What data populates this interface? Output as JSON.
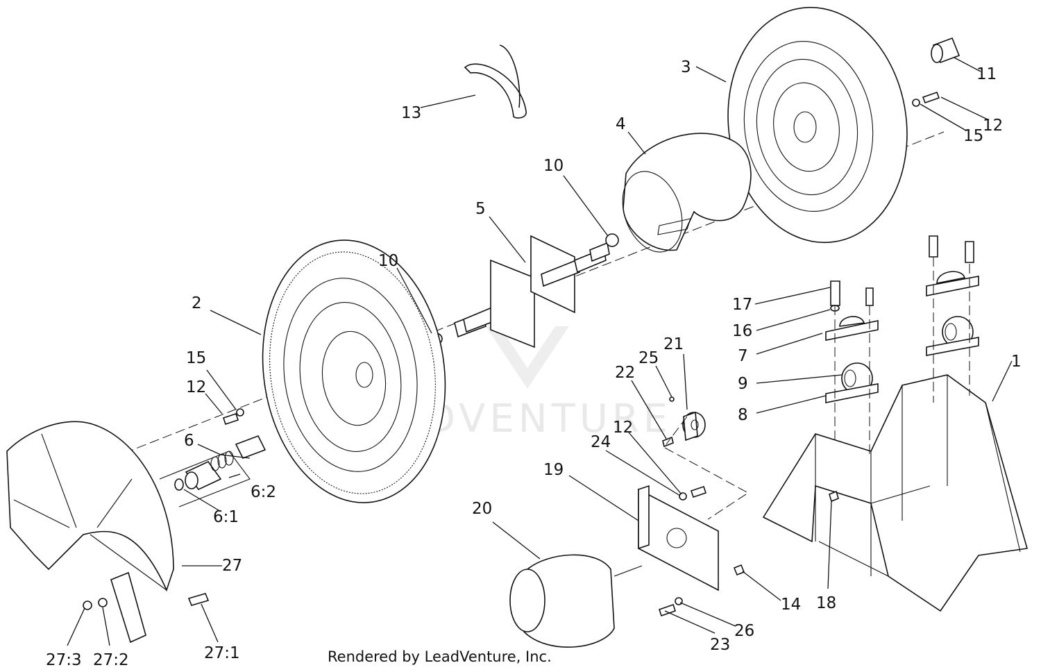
{
  "watermark": "LEADVENTURE",
  "credit": "Rendered by LeadVenture, Inc.",
  "callouts": [
    {
      "id": "1",
      "text": "1"
    },
    {
      "id": "2",
      "text": "2"
    },
    {
      "id": "3",
      "text": "3"
    },
    {
      "id": "4",
      "text": "4"
    },
    {
      "id": "5",
      "text": "5"
    },
    {
      "id": "6",
      "text": "6"
    },
    {
      "id": "6_1",
      "text": "6:1"
    },
    {
      "id": "6_2",
      "text": "6:2"
    },
    {
      "id": "7",
      "text": "7"
    },
    {
      "id": "8",
      "text": "8"
    },
    {
      "id": "9",
      "text": "9"
    },
    {
      "id": "10a",
      "text": "10"
    },
    {
      "id": "10b",
      "text": "10"
    },
    {
      "id": "11",
      "text": "11"
    },
    {
      "id": "12a",
      "text": "12"
    },
    {
      "id": "12b",
      "text": "12"
    },
    {
      "id": "12c",
      "text": "12"
    },
    {
      "id": "13",
      "text": "13"
    },
    {
      "id": "14",
      "text": "14"
    },
    {
      "id": "15a",
      "text": "15"
    },
    {
      "id": "15b",
      "text": "15"
    },
    {
      "id": "16",
      "text": "16"
    },
    {
      "id": "17",
      "text": "17"
    },
    {
      "id": "18",
      "text": "18"
    },
    {
      "id": "19",
      "text": "19"
    },
    {
      "id": "20",
      "text": "20"
    },
    {
      "id": "21",
      "text": "21"
    },
    {
      "id": "22",
      "text": "22"
    },
    {
      "id": "23",
      "text": "23"
    },
    {
      "id": "24",
      "text": "24"
    },
    {
      "id": "25",
      "text": "25"
    },
    {
      "id": "26",
      "text": "26"
    },
    {
      "id": "27",
      "text": "27"
    },
    {
      "id": "27_1",
      "text": "27:1"
    },
    {
      "id": "27_2",
      "text": "27:2"
    },
    {
      "id": "27_3",
      "text": "27:3"
    }
  ]
}
